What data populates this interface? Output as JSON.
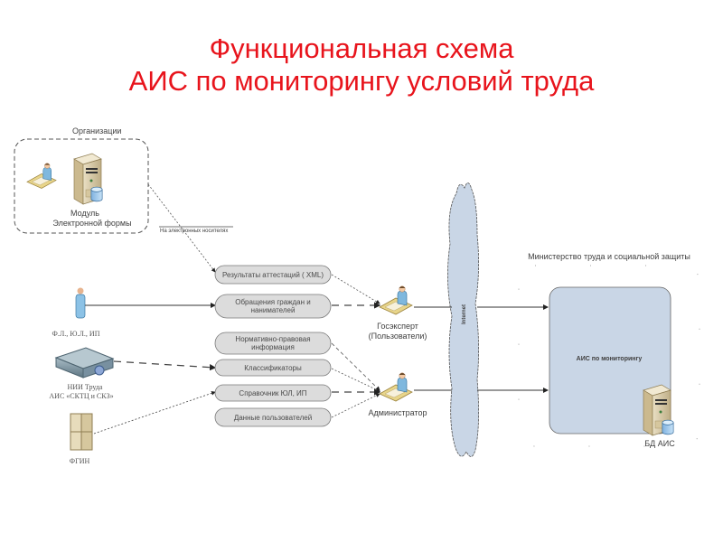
{
  "title": {
    "line1": "Функциональная схема",
    "line2": "АИС по мониторингу условий труда",
    "color": "#e8141c"
  },
  "organizations": {
    "group_label": "Организации",
    "module_label_line1": "Модуль",
    "module_label_line2": "Электронной формы",
    "icons": [
      "user-at-desk-icon",
      "server-with-database-icon"
    ]
  },
  "media_label": "На электронных носителях",
  "sources": [
    {
      "id": "individuals",
      "label": "Ф.Л., Ю.Л., ИП",
      "icon": "person-icon"
    },
    {
      "id": "niit",
      "label_line1": "НИИ Труда",
      "label_line2": "АИС «СКТЦ и СКЗ»",
      "icon": "rack-server-icon"
    },
    {
      "id": "fts",
      "label": "ФГИН",
      "icon": "server-cluster-icon"
    }
  ],
  "data_blocks": [
    {
      "line1": "Результаты аттестаций ( XML)",
      "line2": ""
    },
    {
      "line1": "Обращения граждан и",
      "line2": "нанимателей"
    },
    {
      "line1": "Нормативно-правовая",
      "line2": "информация"
    },
    {
      "line1": "Классификаторы",
      "line2": ""
    },
    {
      "line1": "Справочник ЮЛ, ИП",
      "line2": ""
    },
    {
      "line1": "Данные пользователей",
      "line2": ""
    }
  ],
  "users": {
    "expert_line1": "Госэксперт",
    "expert_line2": "(Пользователи)",
    "admin": "Администратор"
  },
  "network": {
    "label": "Internet",
    "color": "#c9d6e6"
  },
  "ministry": {
    "group_label": "Министерство труда и социальной защиты",
    "system_label": "АИС по мониторингу",
    "db_label": "БД АИС",
    "system_color": "#c9d6e6"
  },
  "colors": {
    "pill_fill": "#dcdcdc",
    "pill_stroke": "#7a7a7a",
    "line": "#333333"
  }
}
